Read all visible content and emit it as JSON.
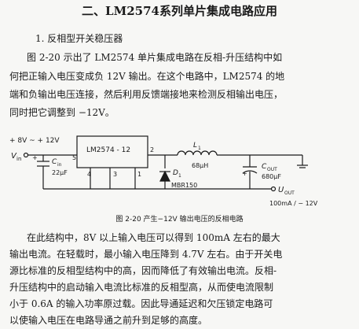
{
  "heading": "二、LM2574系列单片集成电路应用",
  "subheading": "1. 反相型开关稳压器",
  "para1": [
    "图 2-20 示出了 LM2574 单片集成电路在反相-升压结构中如",
    "何把正输入电压变成负 12V 输出。在这个电路中，LM2574 的地",
    "端和负输出电压连接，然后利用反馈端接地来检测反相输出电压，",
    "同时把它调整到 −12V。"
  ],
  "figure": {
    "vin_label": "+ 8V ~ + 12V",
    "vin_sym": "V",
    "vin_sub": "in",
    "ic_label": "LM2574 - 12",
    "pin5": "5",
    "pin4": "4",
    "pin3": "3",
    "pin2": "2",
    "pin1": "1",
    "cin_label": "C",
    "cin_sub": "in",
    "cin_value": "22μF",
    "l1_label": "L",
    "l1_sub": "1",
    "l1_value": "68μH",
    "d1_label": "D",
    "d1_sub": "1",
    "diode_part": "MBR150",
    "cout_label": "C",
    "cout_sub": "OUT",
    "cout_value": "680μF",
    "uout_sym": "U",
    "uout_sub": "OUT",
    "output_spec": "100mA / − 12V",
    "plus_sign": "+",
    "caption": "图 2-20   产生−12V 输出电压的反相电路"
  },
  "para2": [
    "在此结构中，8V 以上输入电压可以得到 100mA 左右的最大",
    "输出电流。在轻载时，最小输入电压降到 4.7V 左右。由于开关电",
    "源比标准的反相型结构中的高，因而降低了有效输出电流。反相-",
    "升压结构中的启动输入电流比标准的反相型高，从而使电流限制",
    "小于 0.6A 的输入功率原过载。因此导通延迟和欠压锁定电路可",
    "以使输入电压在电路导通之前升到足够的高度。"
  ]
}
